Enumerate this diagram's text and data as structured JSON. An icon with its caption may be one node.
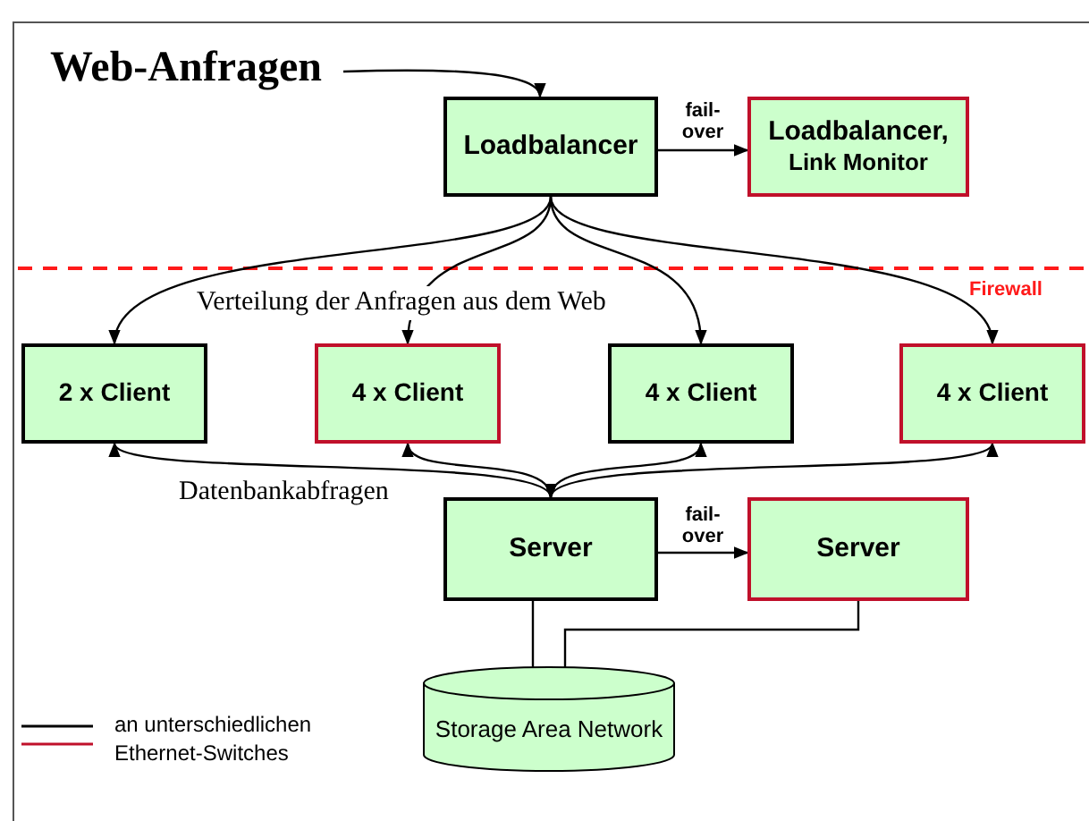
{
  "diagram": {
    "nodes": [
      {
        "text": [
          "Web-Anfragen"
        ]
      },
      {
        "text": [
          "Loadbalancer"
        ]
      },
      {
        "text": [
          "Loadbalancer,",
          "Link Monitor"
        ]
      },
      {
        "text": [
          "2 x Client"
        ]
      },
      {
        "text": [
          "4 x Client"
        ]
      },
      {
        "text": [
          "4 x Client"
        ]
      },
      {
        "text": [
          "4 x Client"
        ]
      },
      {
        "text": [
          "Server"
        ]
      },
      {
        "text": [
          "Server"
        ]
      },
      {
        "text": [
          "Storage Area Network"
        ]
      }
    ],
    "edges": [
      {
        "from": 0,
        "to": 1,
        "arrow": "to"
      },
      {
        "from": 1,
        "to": 2,
        "arrow": "to",
        "label": "fail- over"
      },
      {
        "from": 1,
        "to": 3,
        "arrow": "to"
      },
      {
        "from": 1,
        "to": 4,
        "arrow": "to"
      },
      {
        "from": 1,
        "to": 5,
        "arrow": "to"
      },
      {
        "from": 1,
        "to": 6,
        "arrow": "to"
      },
      {
        "from": 7,
        "to": 3,
        "arrow": "both"
      },
      {
        "from": 7,
        "to": 4,
        "arrow": "both"
      },
      {
        "from": 7,
        "to": 5,
        "arrow": "both"
      },
      {
        "from": 7,
        "to": 6,
        "arrow": "both"
      },
      {
        "from": 7,
        "to": 8,
        "arrow": "to",
        "label": "fail- over"
      },
      {
        "from": 7,
        "to": 9,
        "arrow": "none"
      },
      {
        "from": 8,
        "to": 9,
        "arrow": "none"
      }
    ],
    "labels": [
      "Firewall",
      "Verteilung der Anfragen aus dem Web",
      "Datenbankabfragen"
    ],
    "legend": [
      {
        "text": "an unterschiedlichen"
      },
      {
        "text": "Ethernet-Switches"
      }
    ]
  }
}
